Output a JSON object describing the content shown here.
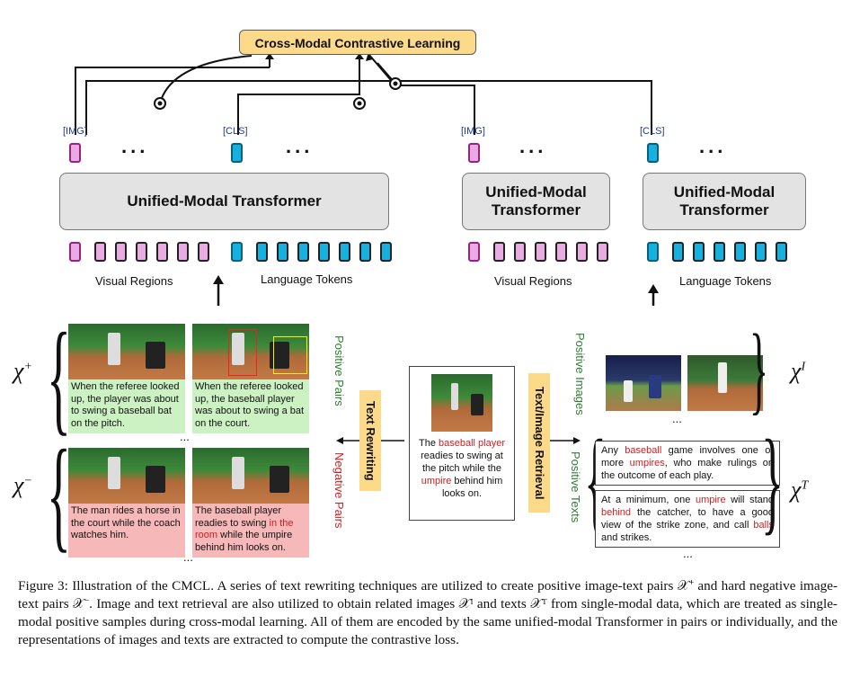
{
  "top": {
    "title": "Cross-Modal Contrastive Learning"
  },
  "tokens": {
    "img_tag": "[IMG]",
    "cls_tag": "[CLS]",
    "dots": "...",
    "visual_regions": "Visual Regions",
    "language_tokens": "Language Tokens"
  },
  "transformers": {
    "main": "Unified-Modal Transformer",
    "image_line1": "Unified-Modal",
    "image_line2": "Transformer",
    "text_line1": "Unified-Modal",
    "text_line2": "Transformer"
  },
  "left": {
    "chi_plus": "χ",
    "chi_plus_sup": "+",
    "chi_minus": "χ",
    "chi_minus_sup": "−",
    "positive_pairs_label": "Positive Pairs",
    "negative_pairs_label": "Negative Pairs",
    "ellipsis": "...",
    "positive_pairs": [
      {
        "text": "When the referee looked up, the player was about to swing a baseball bat on the pitch."
      },
      {
        "text": "When the referee looked up, the baseball player was about to swing a bat on the court."
      }
    ],
    "negative_pairs": [
      {
        "text": "The man rides a horse in the court while the coach watches him."
      },
      {
        "pre": "The baseball player readies to swing ",
        "red": "in the room",
        "post": " while the umpire behind him looks on."
      }
    ]
  },
  "center": {
    "text_rewriting": "Text Rewriting",
    "retrieval": "Text/Image Retrieval",
    "anchor_caption": {
      "p1": "The ",
      "r1": "baseball player",
      "p2": " readies to swing at the pitch while the ",
      "r2": "umpire",
      "p3": " behind him looks on."
    }
  },
  "right": {
    "positive_images_label": "Positive Images",
    "positive_texts_label": "Positive Texts",
    "chi_i": "χ",
    "chi_i_sup": "I",
    "chi_t": "χ",
    "chi_t_sup": "T",
    "ellipsis": "...",
    "text1": {
      "p1": "Any ",
      "r1": "baseball",
      "p2": " game involves one or more ",
      "r2": "umpires",
      "p3": ", who make rulings on the outcome of each play."
    },
    "text2": {
      "p1": "At a minimum, one ",
      "r1": "umpire",
      "p2": " will stand ",
      "r2": "behind",
      "p3": " the catcher, to have a good view of the strike zone, and call ",
      "r3": "balls",
      "p4": " and strikes."
    }
  },
  "caption": {
    "text": "Figure 3: Illustration of the CMCL. A series of text rewriting techniques are utilized to create positive image-text pairs 𝒳⁺ and hard negative image-text pairs 𝒳⁻. Image and text retrieval are also utilized to obtain related images 𝒳ᴵ and texts 𝒳ᵀ from single-modal data, which are treated as single-modal positive samples during cross-modal learning. All of them are encoded by the same unified-modal Transformer in pairs or individually, and the representations of images and texts are extracted to compute the contrastive loss."
  },
  "colors": {
    "visual_token": "#eaaae2",
    "language_token": "#14b1e1",
    "highlight_box": "#fdd98a",
    "positive_bg": "#ccf2c4",
    "negative_bg": "#f6b8b8",
    "red_text": "#d21f1f",
    "green_label": "#2e7d32"
  }
}
